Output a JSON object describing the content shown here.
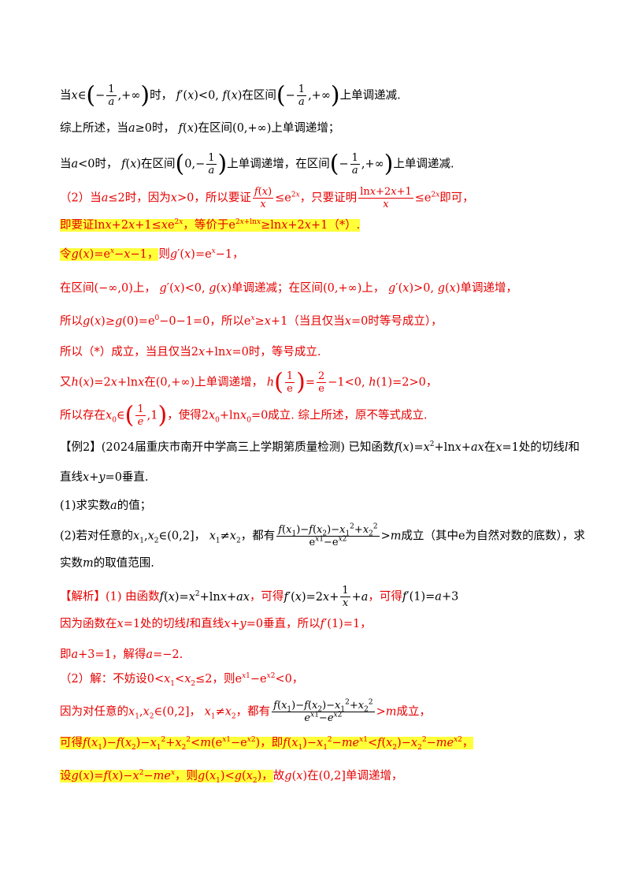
{
  "lines": [
    "当x∈(−1/a,+∞)时，f′(x)<0, f(x)在区间(−1/a,+∞)上单调递减.",
    "综上所述，当a≥0时，f(x)在区间(0,+∞)上单调递增；",
    "当a<0时，f(x)在区间(0,−1/a)上单调递增，在区间(−1/a,+∞)上单调递减.",
    "（2）当a≤2时，因为x>0，所以要证f(x)/x ≤ e^2x，只要证明(lnx+2x+1)/x ≤ e^2x即可，",
    "即要证lnx+2x+1≤xe^2x，等价于e^(2x+lnx)≥lnx+2x+1（*）.",
    "令g(x)=e^x−x−1，则g′(x)=e^x−1，",
    "在区间(−∞,0)上，g′(x)<0, g(x)单调递减；在区间(0,+∞)上，g′(x)>0, g(x)单调递增，",
    "所以g(x)≥g(0)=e^0−0−1=0，所以e^x≥x+1（当且仅当x=0时等号成立），",
    "所以（*）成立，当且仅当2x+lnx=0时，等号成立.",
    "又h(x)=2x+lnx在(0,+∞)上单调递增，h(1/e)=2/e−1<0, h(1)=2>0，",
    "所以存在x0∈(1/e,1)，使得2x0+lnx0=0成立. 综上所述，原不等式成立.",
    "【例2】(2024届重庆市南开中学高三上学期第质量检测)已知函数f(x)=x^2+lnx+ax在x=1处的切线l和",
    "直线x+y=0垂直.",
    "(1)求实数a的值；",
    "(2)若对任意的x1,x2∈(0,2]，x1≠x2，都有(f(x1)−f(x2)−x1^2+x2^2)/(e^x1−e^x2)>m成立（其中e为自然对数的底数），求",
    "实数m的取值范围.",
    "【解析】(1)由函数f(x)=x^2+lnx+ax，可得f′(x)=2x+1/x+a，可得f′(1)=a+3",
    "因为函数在x=1处的切线l和直线x+y=0垂直，所以f′(1)=1，",
    "即a+3=1，解得a=−2.",
    "（2）解：不妨设0<x1<x2≤2，则e^x1−e^x2<0，",
    "因为对任意的x1,x2∈(0,2]，x1≠x2，都有(f(x1)−f(x2)−x1^2+x2^2)/(e^x1−e^x2)>m成立，",
    "可得f(x1)−f(x2)−x1^2+x2^2<m(e^x1−e^x2)，即f(x1)−x1^2−me^x1<f(x2)−x2^2−me^x2，",
    "设g(x)=f(x)−x^2−me^x，则g(x1)<g(x2)，故g(x)在(0,2]单调递增，"
  ]
}
